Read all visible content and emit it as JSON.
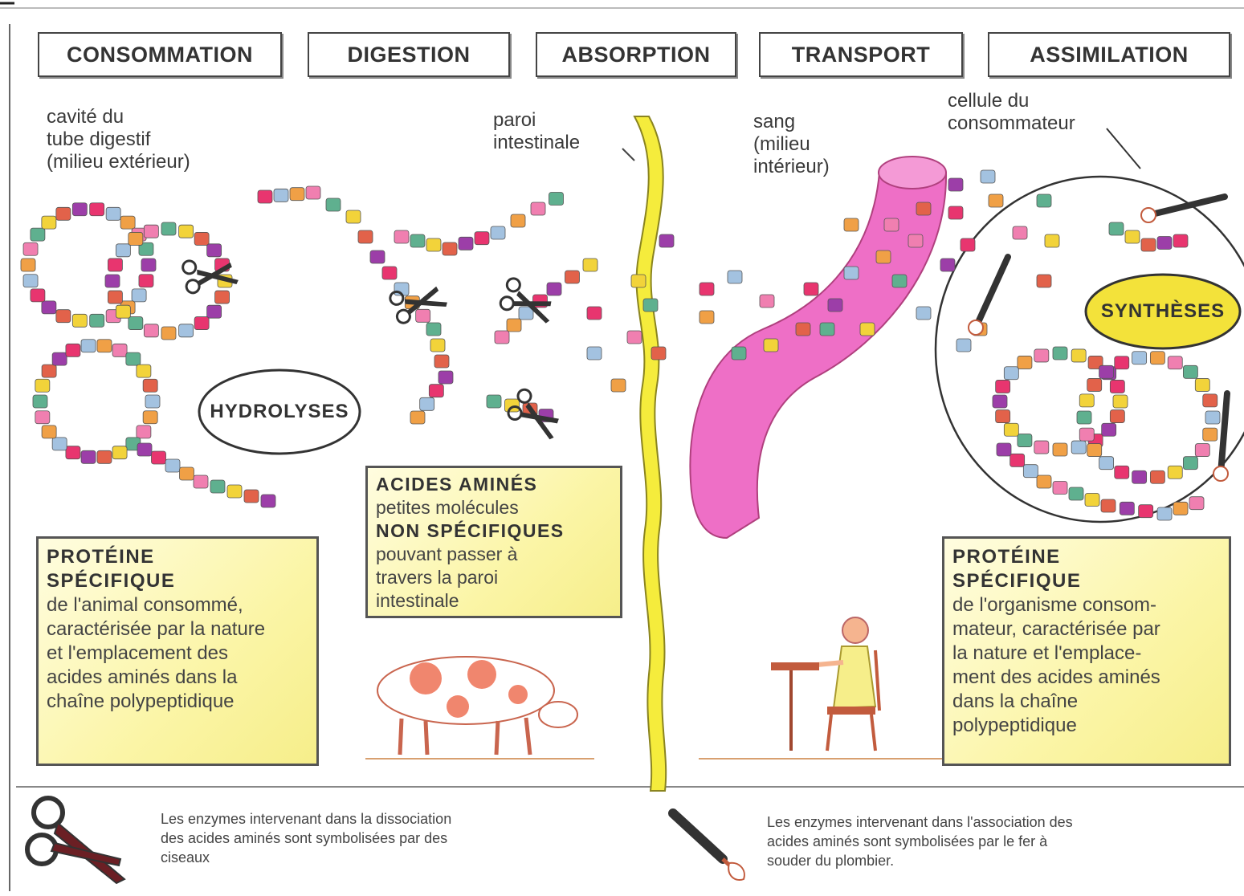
{
  "stages": [
    "CONSOMMATION",
    "DIGESTION",
    "ABSORPTION",
    "TRANSPORT",
    "ASSIMILATION"
  ],
  "labels": {
    "cavity": [
      "cavité du",
      "tube digestif",
      "(milieu extérieur)"
    ],
    "wall": [
      "paroi",
      "intestinale"
    ],
    "blood": [
      "sang",
      "(milieu",
      "intérieur)"
    ],
    "cell": [
      "cellule du",
      "consommateur"
    ]
  },
  "ovals": {
    "hydrolyses": "HYDROLYSES",
    "syntheses": "SYNTHÈSES"
  },
  "boxes": {
    "amino": {
      "title1": "ACIDES AMINÉS",
      "line1": "petites molécules",
      "title2": "NON SPÉCIFIQUES",
      "lines": [
        "pouvant passer à",
        "travers la paroi",
        "intestinale"
      ]
    },
    "protein_left": {
      "title": [
        "PROTÉINE",
        "SPÉCIFIQUE"
      ],
      "lines": [
        "de l'animal consommé,",
        "caractérisée par la nature",
        "et l'emplacement des",
        "acides aminés dans la",
        "chaîne polypeptidique"
      ]
    },
    "protein_right": {
      "title": [
        "PROTÉINE",
        "SPÉCIFIQUE"
      ],
      "lines": [
        "de l'organisme consom-",
        "mateur, caractérisée par",
        "la nature et l'emplace-",
        "ment des acides aminés",
        "dans la chaîne",
        "polypeptidique"
      ]
    }
  },
  "legend": {
    "scissors": [
      "Les enzymes intervenant dans la dissociation",
      "des acides aminés sont symbolisées par des",
      "ciseaux"
    ],
    "iron": [
      "Les enzymes intervenant dans l'association des",
      "acides aminés sont symbolisées par le fer à",
      "souder du plombier."
    ]
  },
  "colors": {
    "wall": "#f5ec3c",
    "vessel": "#ee6fc6",
    "box_fill": "#fbf5a6",
    "syntheses_oval": "#f3e23a",
    "bead_palette": [
      "#e8356f",
      "#f2d33a",
      "#f0a046",
      "#9c3ea8",
      "#5fb08f",
      "#a3c2e0",
      "#e2624a",
      "#f07fb0"
    ]
  },
  "icons": [
    "scissors-icon",
    "soldering-iron-icon",
    "cow-icon",
    "seated-person-icon",
    "arrow-right-icon"
  ]
}
